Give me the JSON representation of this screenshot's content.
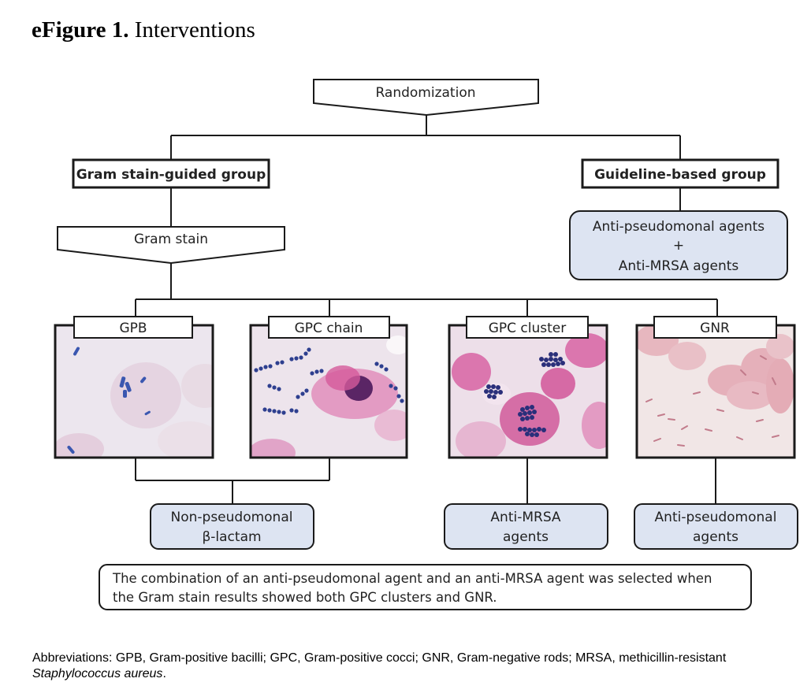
{
  "figure": {
    "label": "eFigure 1.",
    "title": "Interventions"
  },
  "nodes": {
    "randomization": "Randomization",
    "gram_group": "Gram stain-guided group",
    "guideline_group": "Guideline-based group",
    "guideline_agents": [
      "Anti-pseudomonal agents",
      "+",
      "Anti-MRSA agents"
    ],
    "gram_stain": "Gram stain",
    "gpb": "GPB",
    "gpc_chain": "GPC chain",
    "gpc_cluster": "GPC cluster",
    "gnr": "GNR",
    "non_pseudo": [
      "Non-pseudomonal",
      "β-lactam"
    ],
    "anti_mrsa": [
      "Anti-MRSA",
      "agents"
    ],
    "anti_pseudo": [
      "Anti-pseudomonal",
      "agents"
    ],
    "combination_note": [
      "The combination of an anti-pseudomonal agent and an anti-MRSA agent was selected when",
      "the Gram stain results showed both GPC clusters and GNR."
    ]
  },
  "footer": {
    "prefix": "Abbreviations: GPB, Gram-positive bacilli; GPC, Gram-positive cocci; GNR, Gram-negative rods; MRSA, methicillin-resistant ",
    "organism": "Staphylococcus aureus",
    "suffix": "."
  },
  "colors": {
    "box_fill": "#dde4f2",
    "line": "#1a1a1a",
    "micro_bg_gpb": "#ece6ee",
    "micro_bg_chain": "#ede4ec",
    "micro_bg_cluster": "#eddfe9",
    "micro_bg_gnr": "#f1e6e6"
  }
}
